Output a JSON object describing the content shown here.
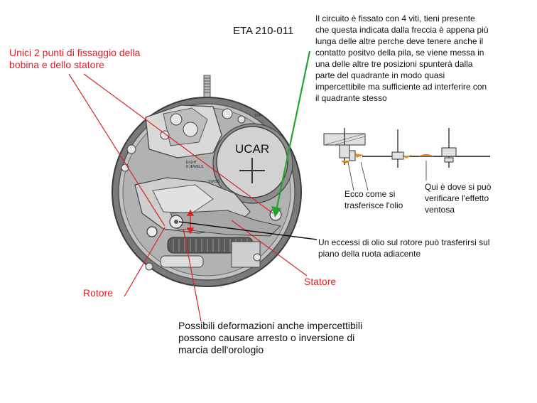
{
  "labels": {
    "model": "ETA 210-011",
    "circuit_note": "Il circuito è fissato con 4 viti, tieni presente\nche questa indicata dalla freccia è appena più\nlunga delle altre perche deve tenere anche il\ncontatto positvo della pila, se viene messa in\nuna delle altre tre posizioni spunterà dalla\nparte del quadrante in modo quasi\nimpercettibile ma sufficiente ad interferire con\nil quadrante stesso",
    "fixing_points": "Unici 2 punti di fissaggio della\nbobina e dello statore",
    "rotor": "Rotore",
    "stator": "Statore",
    "oil_excess": "Un eccessi di olio sul rotore può trasferirsi sul\npiano della ruota adiacente",
    "deformations": "Possibili deformazioni anche impercettibili\npossono causare arresto o inversione di\nmarcia dell'orologio",
    "oil_transfer": "Ecco come si\ntrasferisce l'olio",
    "suction_effect": "Qui è dove si può\nverificare l'effetto\nventosa",
    "battery": "UCAR",
    "movement_engraving": {
      "jewels": "EIGHT\n8 JEWELS",
      "swiss": "SWISS",
      "top": "TOP"
    }
  },
  "colors": {
    "label_red": "#d8232a",
    "arrow_green": "#22a332",
    "oil_orange": "#e8871e",
    "text_black": "#111111"
  }
}
